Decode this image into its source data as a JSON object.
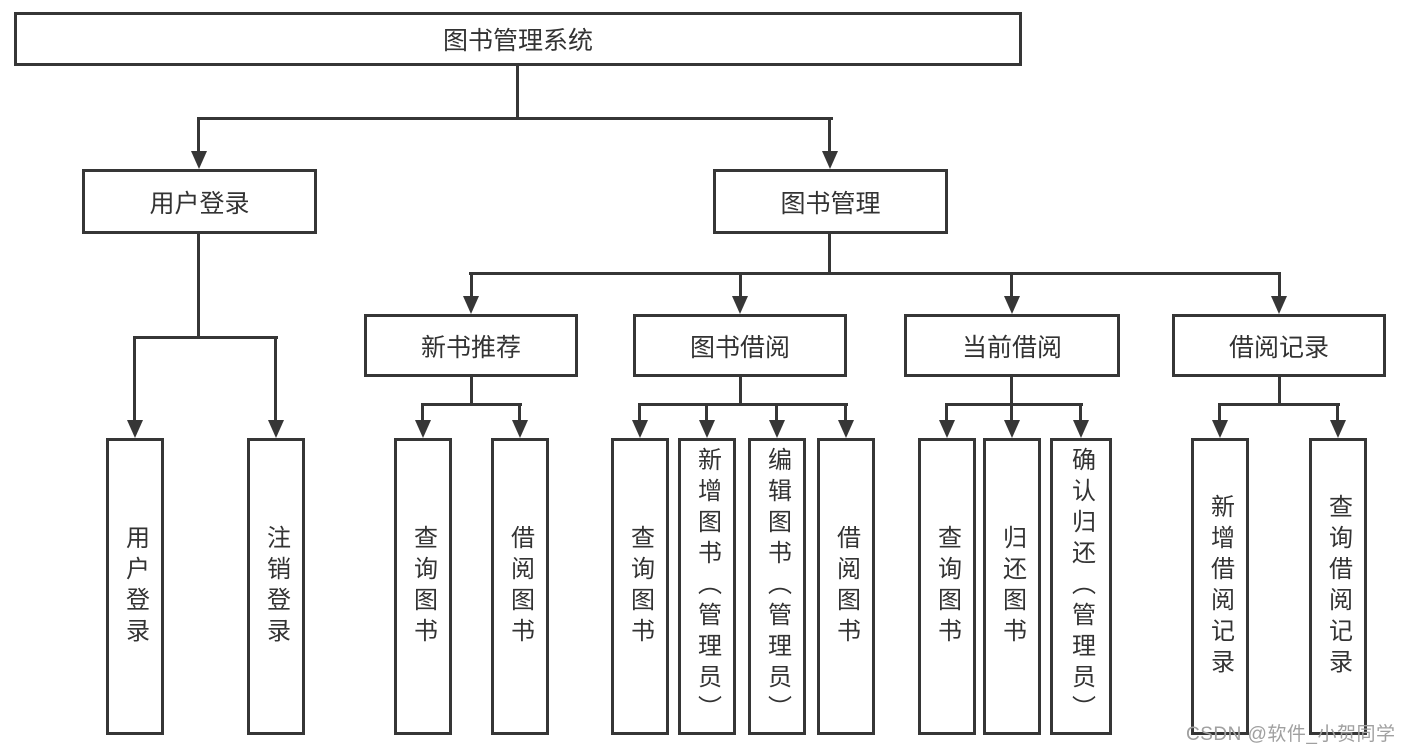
{
  "diagram": {
    "root": {
      "label": "图书管理系统"
    },
    "branches": [
      {
        "label": "用户登录",
        "leaves": [
          "用户登录",
          "注销登录"
        ]
      },
      {
        "label": "图书管理",
        "groups": [
          {
            "label": "新书推荐",
            "leaves": [
              "查询图书",
              "借阅图书"
            ]
          },
          {
            "label": "图书借阅",
            "leaves": [
              "查询图书",
              "新增图书（管理员）",
              "编辑图书（管理员）",
              "借阅图书"
            ]
          },
          {
            "label": "当前借阅",
            "leaves": [
              "查询图书",
              "归还图书",
              "确认归还（管理员）"
            ]
          },
          {
            "label": "借阅记录",
            "leaves": [
              "新增借阅记录",
              "查询借阅记录"
            ]
          }
        ]
      }
    ]
  },
  "watermark": {
    "text": "CSDN @软件_小贺同学",
    "color": "#a0a0a0"
  },
  "colors": {
    "line": "#363636",
    "text": "#333333",
    "box_fill": "#ffffff",
    "background": "#ffffff"
  }
}
